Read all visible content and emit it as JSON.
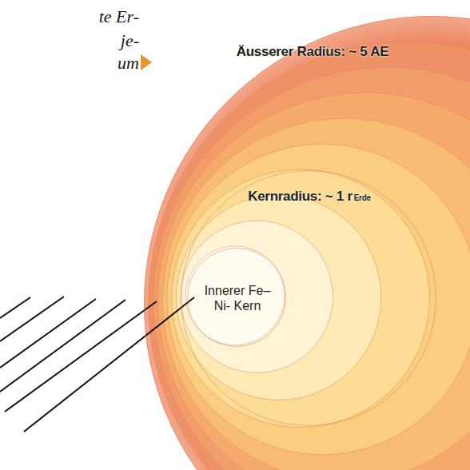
{
  "diagram": {
    "nodes": [
      {
        "text": [
          "Äusserer Radius: ~ 5 AE"
        ]
      },
      {
        "text": [
          "Kernradius: ~ 1 r",
          "Erde"
        ],
        "in": 0
      },
      {
        "text": [
          "Innerer Fe–Ni- Kern"
        ],
        "in": 1
      }
    ],
    "labels": [
      "te Er-",
      "je-",
      "um"
    ]
  }
}
